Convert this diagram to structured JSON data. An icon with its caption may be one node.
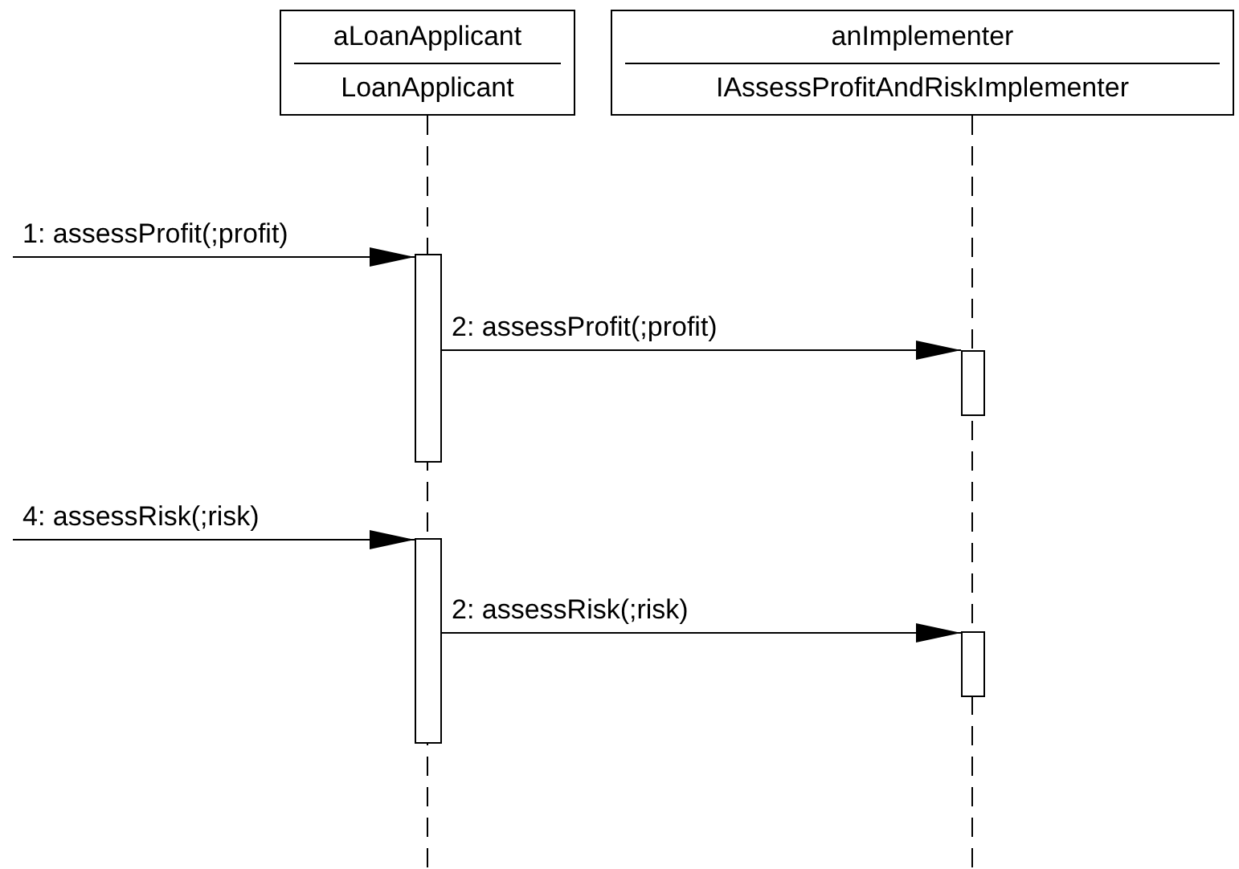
{
  "diagram": {
    "nodes": [
      {
        "text": [
          "aLoanApplicant",
          "LoanApplicant"
        ]
      },
      {
        "text": [
          "anImplementer",
          "IAssessProfitAndRiskImplementer"
        ]
      },
      {
        "text": [],
        "shape": "bar"
      },
      {
        "text": [],
        "shape": "bar"
      },
      {
        "text": [],
        "shape": "bar"
      },
      {
        "text": [],
        "shape": "bar"
      }
    ],
    "edges": [
      {
        "from": null,
        "to": 2,
        "arrow": "to",
        "label": "1: assessProfit(;profit)"
      },
      {
        "from": 2,
        "to": 3,
        "arrow": "to",
        "label": "2: assessProfit(;profit)"
      },
      {
        "from": null,
        "to": 4,
        "arrow": "to",
        "label": "4: assessRisk(;risk)"
      },
      {
        "from": 4,
        "to": 5,
        "arrow": "to",
        "label": "2: assessRisk(;risk)"
      }
    ]
  }
}
